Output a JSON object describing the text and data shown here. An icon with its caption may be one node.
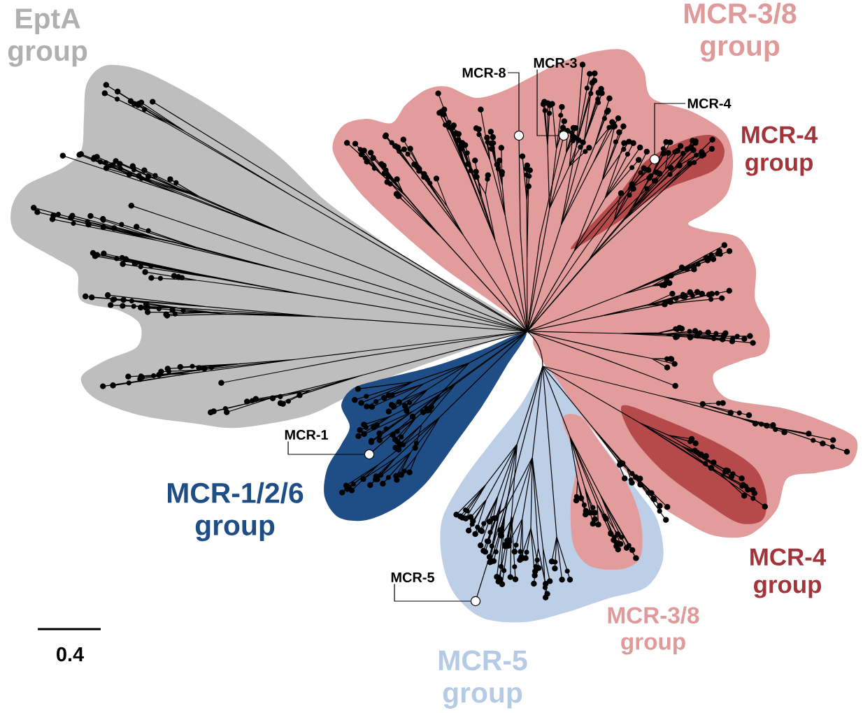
{
  "diagram": {
    "nodes": [
      {
        "text": [
          "MCR-8"
        ]
      },
      {
        "text": [],
        "shape": "circle"
      },
      {
        "text": [
          "MCR-3"
        ]
      },
      {
        "text": [],
        "shape": "circle"
      },
      {
        "text": [
          "MCR-4"
        ]
      },
      {
        "text": [],
        "shape": "circle"
      },
      {
        "text": [
          "MCR-1"
        ]
      },
      {
        "text": [],
        "shape": "circle"
      },
      {
        "text": [
          "MCR-5"
        ]
      },
      {
        "text": [],
        "shape": "circle"
      }
    ],
    "edges": [
      {
        "from": 0,
        "to": 1,
        "arrow": "none"
      },
      {
        "from": 2,
        "to": 3,
        "arrow": "none"
      },
      {
        "from": 4,
        "to": 5,
        "arrow": "none"
      },
      {
        "from": 6,
        "to": 7,
        "arrow": "none"
      },
      {
        "from": 8,
        "to": 9,
        "arrow": "none"
      }
    ],
    "labels": [
      "EptA group",
      "MCR-3/8 group",
      "MCR-4 group",
      "MCR-1/2/6 group",
      "MCR-4 group",
      "MCR-3/8 group",
      "MCR-5 group",
      "0.4"
    ]
  }
}
